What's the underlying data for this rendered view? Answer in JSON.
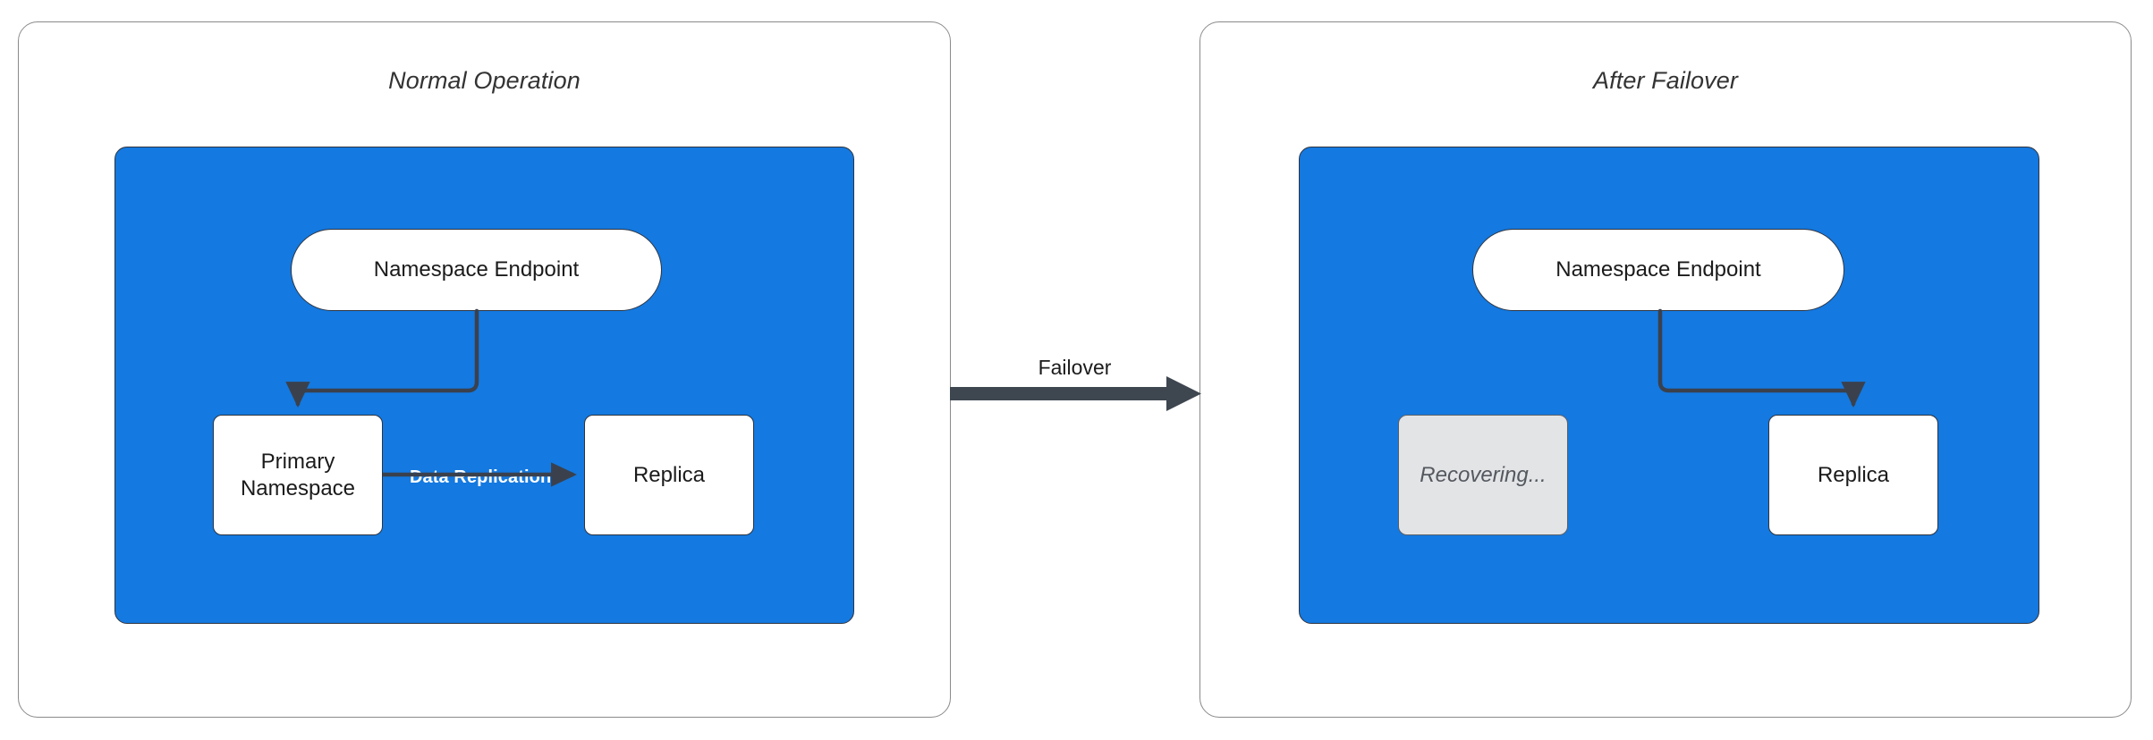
{
  "diagram": {
    "title_left": "Normal Operation",
    "title_right": "After Failover",
    "accent_blue": "#1479e0",
    "stroke_dark": "#2e3440",
    "dim_fill": "#e2e4e6"
  },
  "panels": [
    {
      "id": "normal-operation",
      "title": "Normal Operation",
      "nodes": [
        {
          "id": "namespace-endpoint",
          "label": "Namespace Endpoint",
          "shape": "pill",
          "state": "active"
        },
        {
          "id": "primary-namespace",
          "label": "Primary\nNamespace",
          "line1": "Primary",
          "line2": "Namespace",
          "shape": "box",
          "state": "active"
        },
        {
          "id": "replica",
          "label": "Replica",
          "shape": "box",
          "state": "active"
        }
      ],
      "edges": [
        {
          "from": "namespace-endpoint",
          "to": "primary-namespace",
          "label": ""
        },
        {
          "from": "primary-namespace",
          "to": "replica",
          "label": "Data Replication"
        }
      ]
    },
    {
      "id": "after-failover",
      "title": "After Failover",
      "nodes": [
        {
          "id": "namespace-endpoint",
          "label": "Namespace Endpoint",
          "shape": "pill",
          "state": "active"
        },
        {
          "id": "recovering",
          "label": "Recovering...",
          "shape": "box",
          "state": "dimmed"
        },
        {
          "id": "replica",
          "label": "Replica",
          "shape": "box",
          "state": "active"
        }
      ],
      "edges": [
        {
          "from": "namespace-endpoint",
          "to": "replica",
          "label": ""
        }
      ]
    }
  ],
  "transition": {
    "label": "Failover",
    "direction": "left-to-right"
  }
}
